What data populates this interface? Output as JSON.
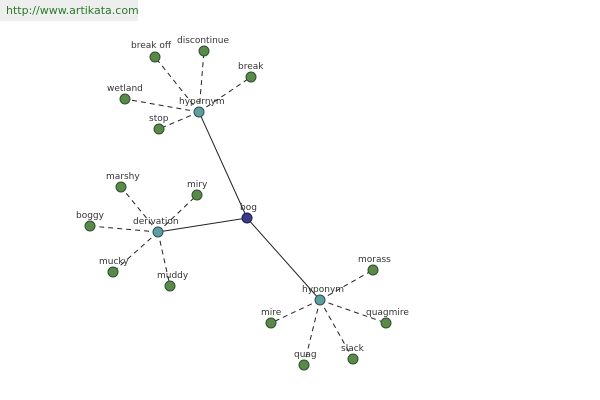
{
  "header": {
    "url": "http://www.artikata.com"
  },
  "colors": {
    "leaf": "#5a8a4a",
    "hub": "#5f9ea0",
    "center": "#3a3a8a"
  },
  "graph": {
    "center": {
      "id": "bog",
      "label": "bog"
    },
    "hubs": [
      {
        "id": "hypernym",
        "label": "hypernym",
        "leaves": [
          "break off",
          "discontinue",
          "break",
          "wetland",
          "stop"
        ]
      },
      {
        "id": "derivation",
        "label": "derivation",
        "leaves": [
          "marshy",
          "miry",
          "boggy",
          "mucky",
          "muddy"
        ]
      },
      {
        "id": "hyponym",
        "label": "hyponym",
        "leaves": [
          "morass",
          "mire",
          "quagmire",
          "quag",
          "slack"
        ]
      }
    ]
  }
}
